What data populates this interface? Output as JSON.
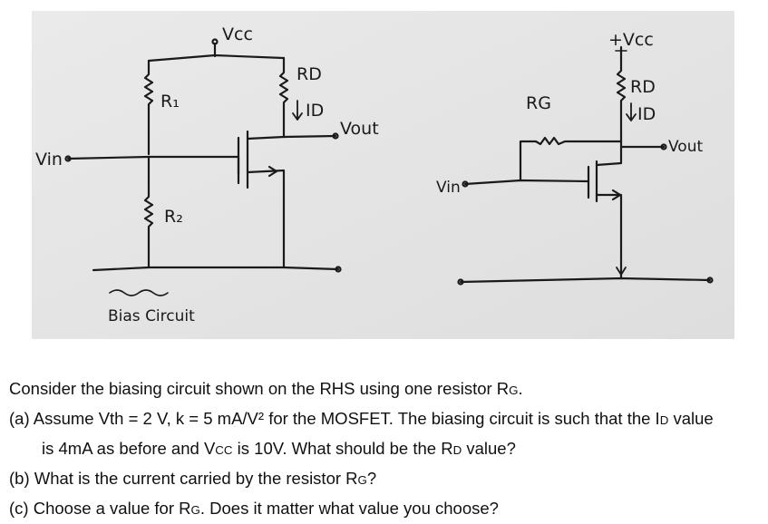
{
  "figure": {
    "left_circuit": {
      "vcc": "Vcc",
      "r1": "R₁",
      "r2": "R₂",
      "rd": "RD",
      "id": "ID",
      "vout": "Vout",
      "vin": "Vin",
      "caption": "Bias Circuit"
    },
    "right_circuit": {
      "vcc": "+Vcc",
      "rg": "RG",
      "rd": "RD",
      "id": "ID",
      "vout": "Vout",
      "vin": "Vin"
    },
    "colors": {
      "photo_bg": "#e6e6e6",
      "ink": "#1a1a1a"
    }
  },
  "questions": {
    "intro_text": "Consider the biasing circuit shown on the RHS using one resistor R",
    "intro_sub": "G",
    "intro_end": ".",
    "a_1": "(a) Assume Vth = 2 V, k = 5 mA/V² for the MOSFET. The biasing circuit is such that the I",
    "a_1_sub": "D",
    "a_1_end": " value",
    "a_2a": "is 4mA as before and V",
    "a_2a_sub": "CC",
    "a_2b": " is 10V. What should be the R",
    "a_2b_sub": "D",
    "a_2c": " value?",
    "b_1": "(b) What is the current carried by the resistor R",
    "b_1_sub": "G",
    "b_1_end": "?",
    "c_1": "(c) Choose a value for R",
    "c_1_sub": "G",
    "c_1_end": ". Does it matter what value you choose?"
  }
}
